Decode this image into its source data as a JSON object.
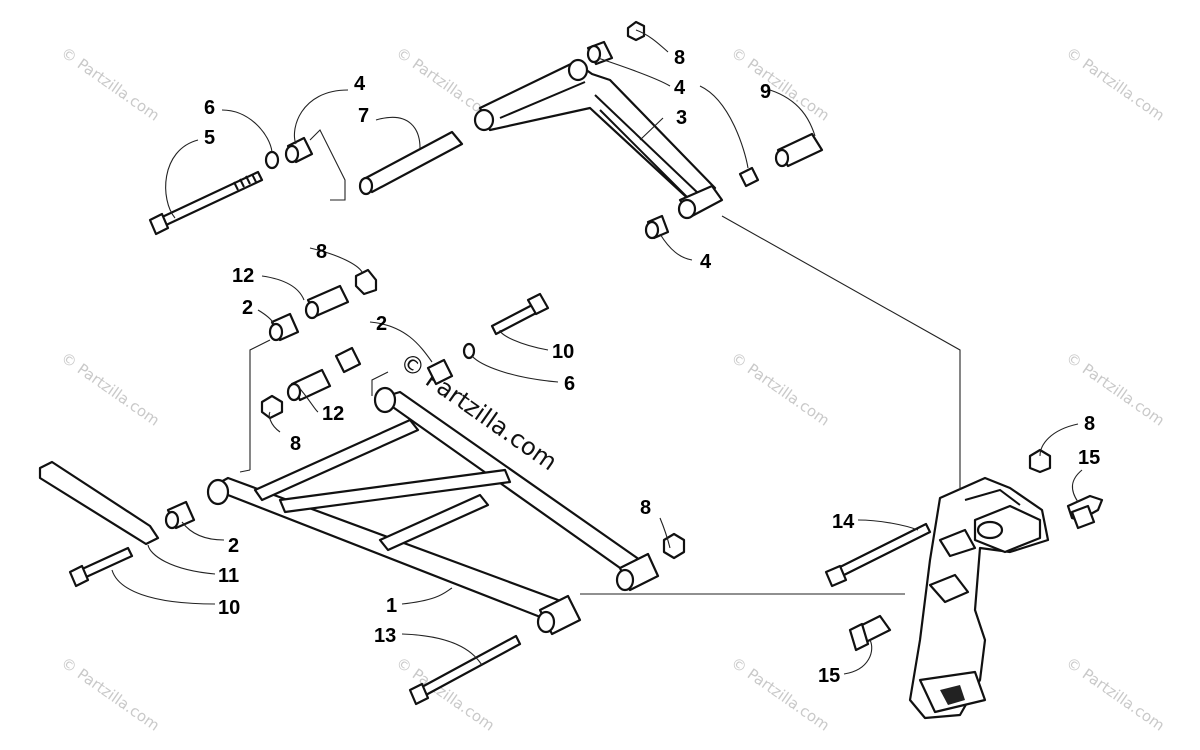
{
  "watermark": {
    "text": "© Partzilla.com",
    "center_text": "© Partzilla.com"
  },
  "callouts": {
    "upper_arm": [
      "8",
      "4",
      "3",
      "9",
      "4",
      "4",
      "7",
      "6",
      "5"
    ],
    "lower_arm": [
      "8",
      "12",
      "2",
      "2",
      "10",
      "6",
      "12",
      "8",
      "2",
      "11",
      "10",
      "8",
      "1",
      "13"
    ],
    "knuckle": [
      "8",
      "15",
      "14",
      "15"
    ]
  }
}
